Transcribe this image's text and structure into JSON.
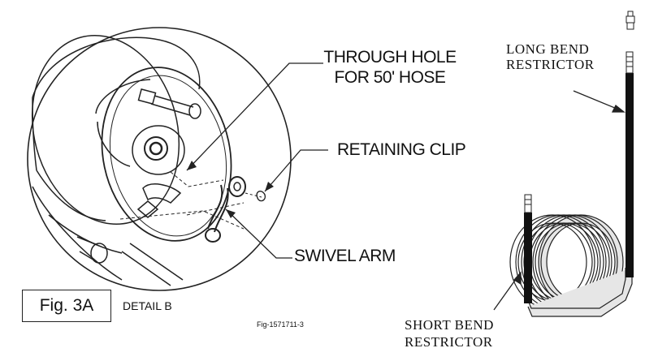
{
  "labels": {
    "through_hole_1": "THROUGH HOLE",
    "through_hole_2": "FOR 50' HOSE",
    "retaining_clip": "RETAINING CLIP",
    "swivel_arm": "SWIVEL ARM",
    "fig_label": "Fig. 3A",
    "detail": "DETAIL B",
    "fig_id": "Fig-1571711-3",
    "long_bend_1": "LONG BEND",
    "long_bend_2": "RESTRICTOR",
    "short_bend_1": "SHORT BEND",
    "short_bend_2": "RESTRICTOR"
  },
  "colors": {
    "line": "#222222",
    "restrictor": "#111111",
    "hose_fill": "#e6e6e6"
  }
}
